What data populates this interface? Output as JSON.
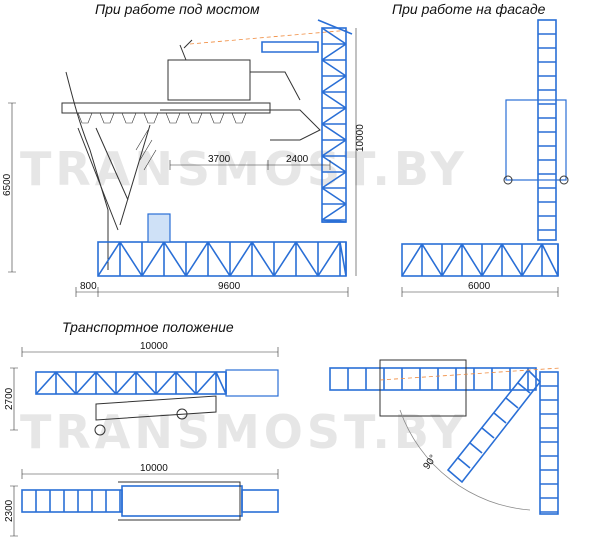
{
  "titles": {
    "under_bridge": "При работе под мостом",
    "facade": "При работе на фасаде",
    "transport": "Транспортное положение"
  },
  "dimensions": {
    "d3700": "3700",
    "d2400": "2400",
    "d6500": "6500",
    "d10000_vertical": "10000",
    "d800": "800",
    "d9600": "9600",
    "d6000": "6000",
    "d10000_transport_side": "10000",
    "d2700": "2700",
    "d10000_transport_top": "10000",
    "d2300": "2300",
    "angle90": "90°"
  },
  "watermark": "TRANSMOST.BY",
  "colors": {
    "truss": "#2a6fd6",
    "structure": "#333333",
    "arc": "#f08a3c",
    "watermark": "#e6e6e6"
  }
}
